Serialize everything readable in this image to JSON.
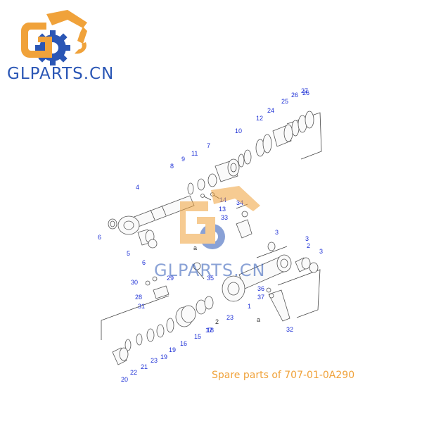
{
  "brand": {
    "name": "GLPARTS.CN",
    "watermark": "GLPARTS.CN",
    "colors": {
      "logo_orange": "#f0a23a",
      "logo_blue": "#2a56b5"
    }
  },
  "caption": "Spare parts of 707-01-0A290",
  "diagram": {
    "callouts": [
      "1",
      "2",
      "3",
      "3",
      "3",
      "4",
      "5",
      "6",
      "6",
      "7",
      "8",
      "9",
      "10",
      "11",
      "12",
      "13",
      "14",
      "15",
      "16",
      "17",
      "18",
      "19",
      "19",
      "20",
      "21",
      "22",
      "23",
      "23",
      "24",
      "25",
      "26",
      "26",
      "27",
      "28",
      "29",
      "30",
      "31",
      "32",
      "33",
      "34",
      "35",
      "36",
      "37"
    ],
    "marks": [
      "a",
      "a",
      "2"
    ]
  }
}
